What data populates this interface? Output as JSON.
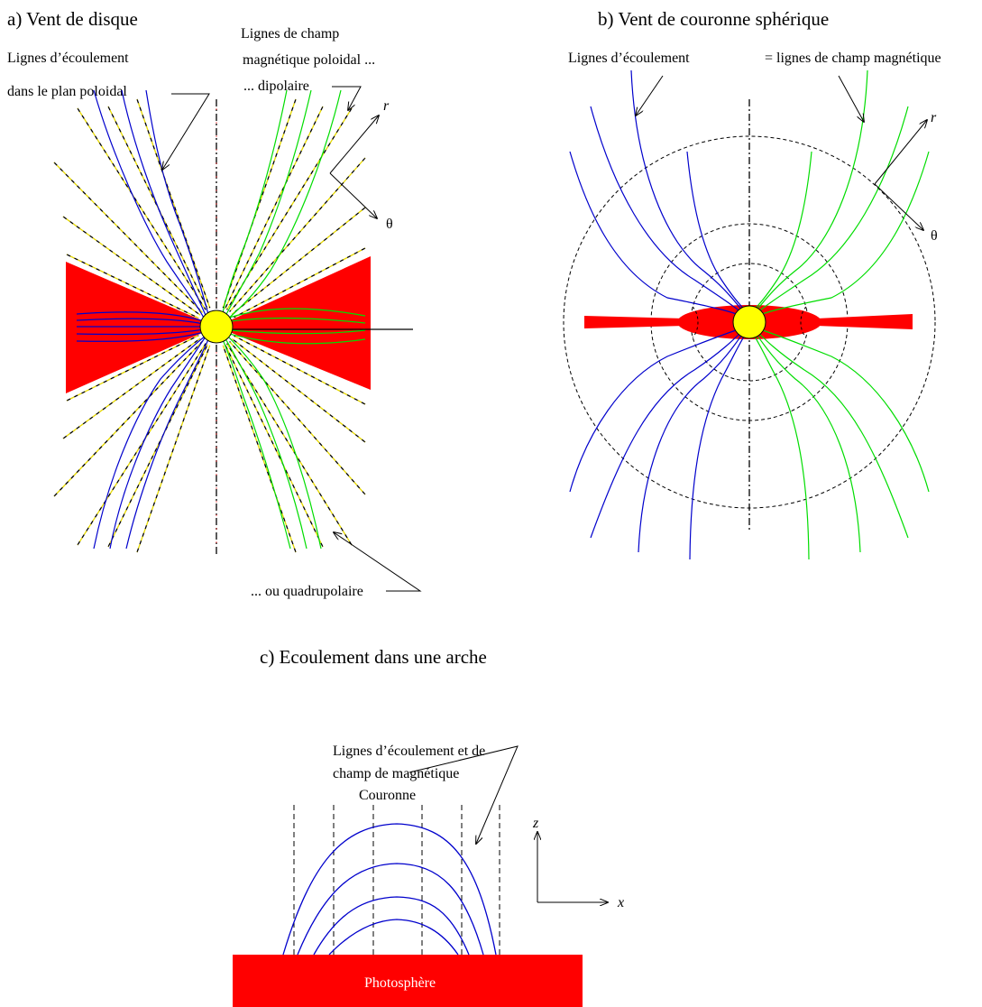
{
  "panel_a": {
    "title": "a) Vent de disque",
    "flow_label_1": "Lignes d’écoulement",
    "flow_label_2": "dans le plan poloidal",
    "field_label_1": "Lignes de champ",
    "field_label_2": "magnétique poloidal ...",
    "dipole_label": "... dipolaire",
    "quadrupole_label": "... ou quadrupolaire",
    "axis_r": "r",
    "axis_theta": "θ"
  },
  "panel_b": {
    "title": "b) Vent de couronne sphérique",
    "flow_label": "Lignes d’écoulement",
    "field_label": "= lignes de champ magnétique",
    "axis_r": "r",
    "axis_theta": "θ"
  },
  "panel_c": {
    "title": "c) Ecoulement dans une arche",
    "label_1": "Lignes d’écoulement et de",
    "label_2": "champ de magnétique",
    "corona_label": "Couronne",
    "photosphere_label": "Photosphère",
    "axis_z": "z",
    "axis_x": "x"
  },
  "colors": {
    "disk": "#ff0000",
    "star": "#ffff00",
    "flow_lines": "#0000cc",
    "field_lines": "#00dd00",
    "conical_surfaces": "#e6d800"
  }
}
